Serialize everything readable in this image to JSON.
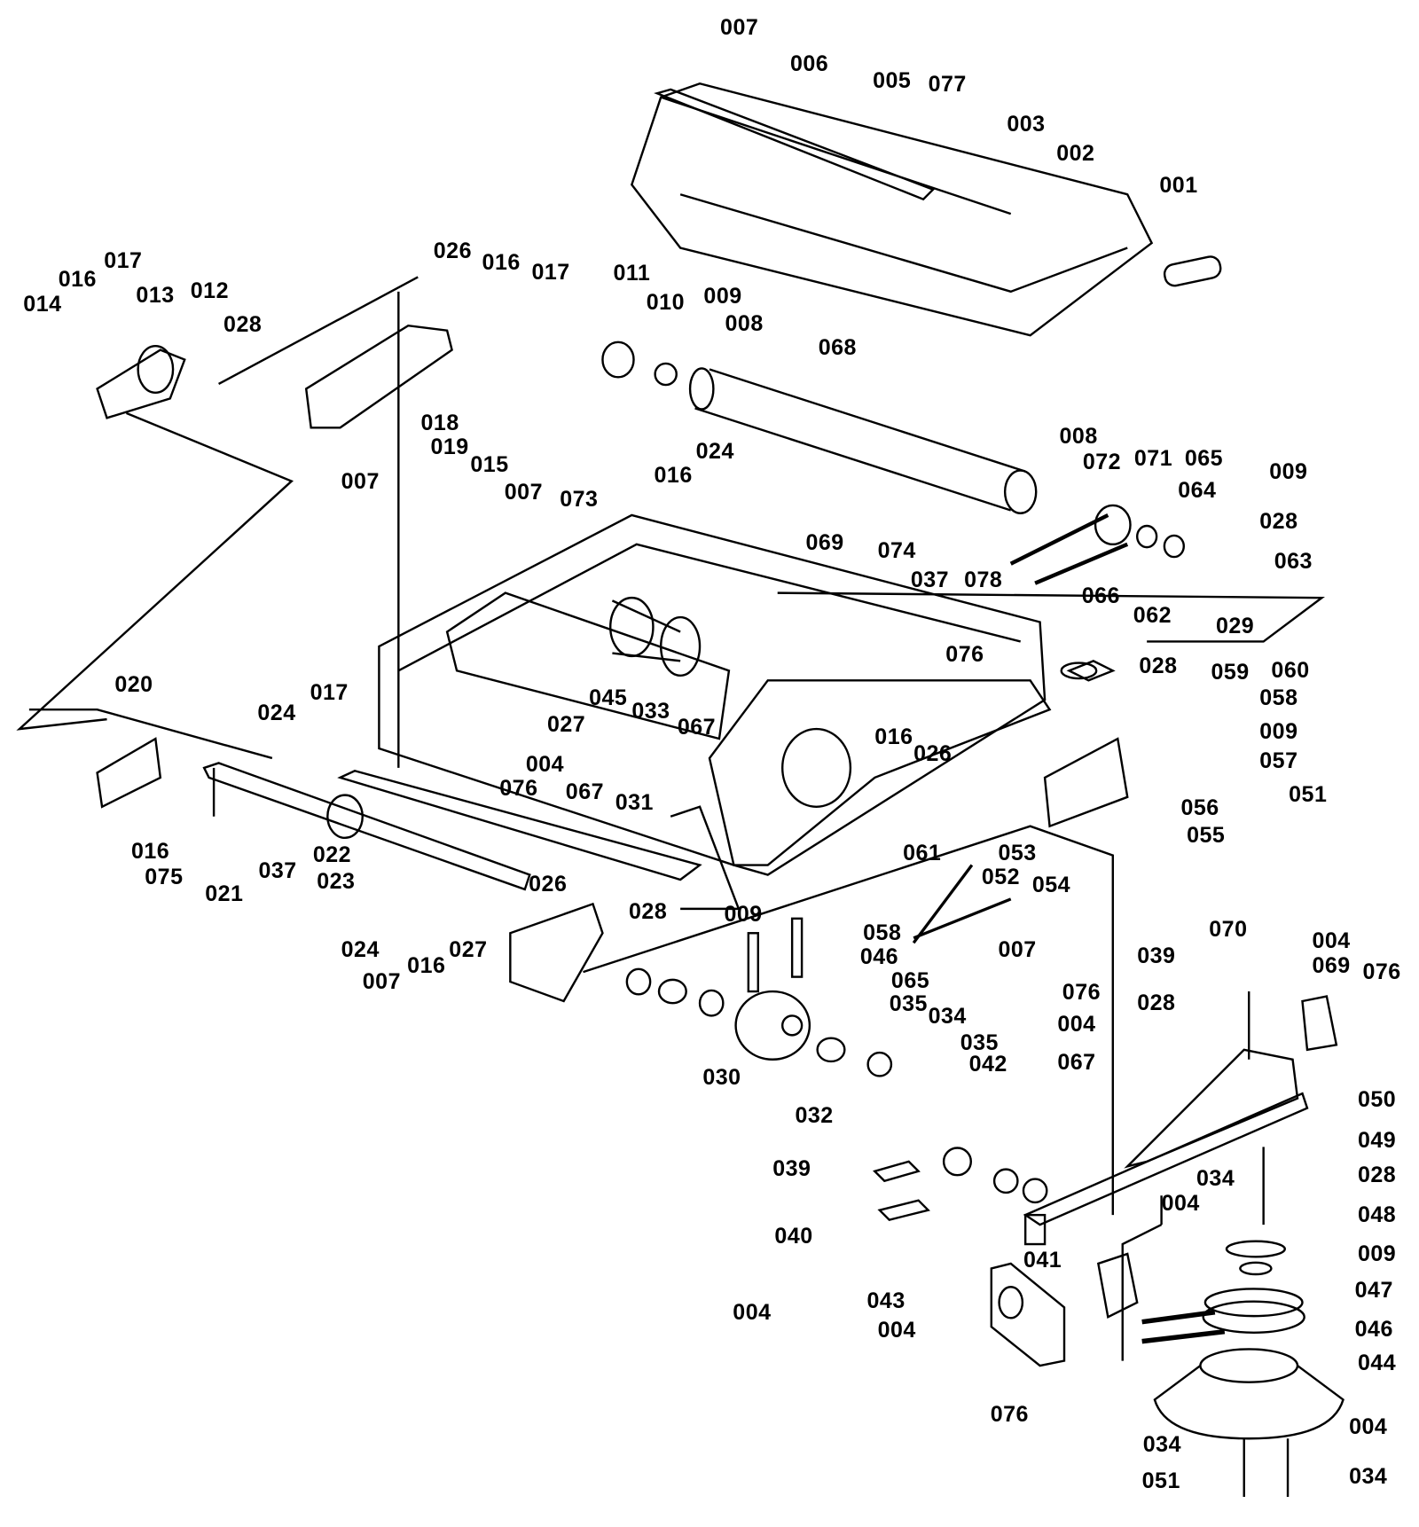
{
  "diagram": {
    "type": "exploded-parts-diagram",
    "line_color": "#000000",
    "background": "#ffffff",
    "part_labels": [
      "007",
      "006",
      "005",
      "077",
      "003",
      "002",
      "001",
      "026",
      "016",
      "017",
      "017",
      "016",
      "014",
      "013",
      "012",
      "028",
      "011",
      "010",
      "009",
      "008",
      "068",
      "018",
      "019",
      "015",
      "007",
      "007",
      "073",
      "024",
      "016",
      "008",
      "072",
      "071",
      "065",
      "009",
      "064",
      "028",
      "063",
      "069",
      "074",
      "037",
      "078",
      "066",
      "062",
      "029",
      "076",
      "028",
      "059",
      "060",
      "058",
      "009",
      "057",
      "051",
      "056",
      "055",
      "016",
      "026",
      "045",
      "033",
      "067",
      "020",
      "017",
      "024",
      "027",
      "004",
      "076",
      "067",
      "031",
      "016",
      "075",
      "021",
      "037",
      "022",
      "023",
      "026",
      "028",
      "024",
      "007",
      "016",
      "027",
      "009",
      "061",
      "053",
      "052",
      "054",
      "058",
      "046",
      "065",
      "035",
      "034",
      "035",
      "042",
      "007",
      "030",
      "032",
      "070",
      "004",
      "039",
      "069",
      "076",
      "028",
      "076",
      "004",
      "067",
      "050",
      "049",
      "034",
      "028",
      "004",
      "048",
      "009",
      "047",
      "046",
      "044",
      "039",
      "040",
      "041",
      "043",
      "004",
      "004",
      "076",
      "004",
      "034",
      "034",
      "051"
    ]
  }
}
